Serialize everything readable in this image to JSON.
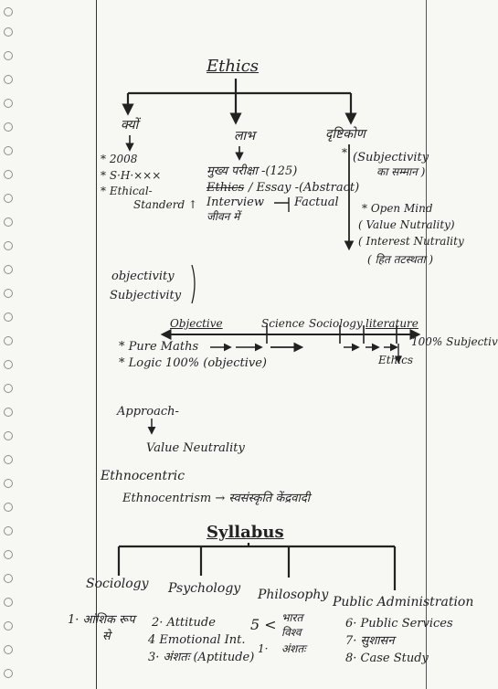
{
  "title": "Ethics",
  "branches": {
    "kyo": "क्यों",
    "labh": "लाभ",
    "drishtikon": "दृष्टिकोण"
  },
  "kyo_items": [
    "* 2008",
    "* S·H·×××",
    "* Ethical-",
    "Standerd ↑"
  ],
  "labh_items": {
    "mukhya": "मुख्य परीक्षा -(125)",
    "ethics": "Ethics",
    "essay": "/ Essay -(Abstract)",
    "interview": "Interview",
    "factual": "Factual",
    "jeevan": "जीवन में"
  },
  "drishtikon_items": {
    "subjectivity": "(Subjectivity",
    "samman": "का सम्मान )",
    "open_mind": "* Open Mind",
    "value_neutrality": "( Value Nutrality)",
    "interest_neutrality": "( Interest Nutrality",
    "hit": "( हित तटस्थता )"
  },
  "obj_subj": [
    "objectivity",
    "Subjectivity"
  ],
  "spectrum": {
    "labels": [
      "Objective",
      "Science",
      "Sociology",
      "literature"
    ],
    "right_label": "100% Subjectiv",
    "pure_maths": "* Pure Maths",
    "logic": "* Logic 100% (objective)",
    "ethics": "Ethics"
  },
  "approach": {
    "label": "Approach-",
    "value": "Value Neutrality"
  },
  "ethnocentric": {
    "title": "Ethnocentric",
    "line": "Ethnocentrism → स्वसंस्कृति केंद्रवादी"
  },
  "syllabus": {
    "title": "Syllabus",
    "subjects": [
      "Sociology",
      "Psychology",
      "Philosophy",
      "Public Administration"
    ],
    "sociology": [
      "1· आंशिक रूप",
      "से"
    ],
    "psychology": [
      "2· Attitude",
      "4 Emotional Int.",
      "3· अंशतः (Aptitude)"
    ],
    "philosophy": [
      "5 <",
      "भारत",
      "विश्व",
      "1·",
      "अंशतः"
    ],
    "public_admin": [
      "6· Public Services",
      "7· सुशासन",
      "8· Case Study"
    ]
  }
}
